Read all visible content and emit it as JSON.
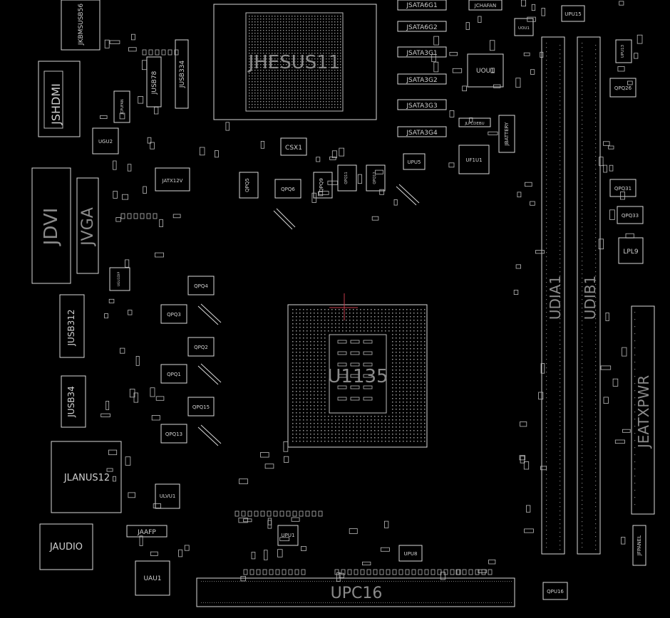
{
  "board": {
    "background": "#000000",
    "outline_color": "#d8d8d8",
    "accent_color": "#c23a4a"
  },
  "labels": {
    "cpu_socket": "JHESUS11",
    "pch": "U1135",
    "dimm_a": "UDIA1",
    "dimm_b": "UDIB1",
    "atx_power": "JEATXPWR",
    "pcie": "UPC16",
    "dvi": "JDVI",
    "vga": "JVGA",
    "hdmi": "JSHDMI",
    "lan_usb": "JLANUS12",
    "audio": "JAUDIO",
    "usb312": "JUSB312",
    "usb34": "JUSB34",
    "usb334": "JUSB334",
    "usb78": "JUSB78",
    "kbms": "JKBMSUSB56",
    "atx12v": "JATX12V",
    "aafp": "JAAFP",
    "fpanel": "JFPANEL",
    "battery": "JBATTERY",
    "sata6g1": "JSATA6G1",
    "sata6g2": "JSATA6G2",
    "sata3g1": "JSATA3G1",
    "sata3g2": "JSATA3G2",
    "sata3g3": "JSATA3G3",
    "sata3g4": "JSATA3G4",
    "chafan": "JCHAFAN",
    "cpufan": "JCPUFAN",
    "lpcdebug": "JLPCDEBU",
    "csx1": "CSX1",
    "uou1": "UOU1",
    "uf1u1": "UF1U1",
    "ugu2": "UGU2",
    "uau1": "UAU1",
    "ulvu1": "ULVU1",
    "upu1": "UPU1",
    "upu8": "UPU8",
    "upu15": "UPU15",
    "upu13": "UPU13",
    "upu5": "UPU5",
    "uou1b": "UOU1",
    "qpu16": "QPU16",
    "lpl9": "LPL9",
    "qpq26": "QPQ26",
    "qpq31": "QPQ31",
    "qpq33": "QPQ33",
    "qpq3": "QPQ3",
    "qpq4": "QPQ4",
    "qpq2": "QPQ2",
    "qpq1": "QPQ1",
    "qpq15": "QPQ15",
    "qpq13": "QPQ13",
    "qpq5": "QPQ5",
    "qpq6": "QPQ6",
    "qpq9": "QPQ9",
    "qpq11": "QPQ11",
    "qpq12": "QPQ12",
    "ugu1dip": "UGU1DIP"
  }
}
